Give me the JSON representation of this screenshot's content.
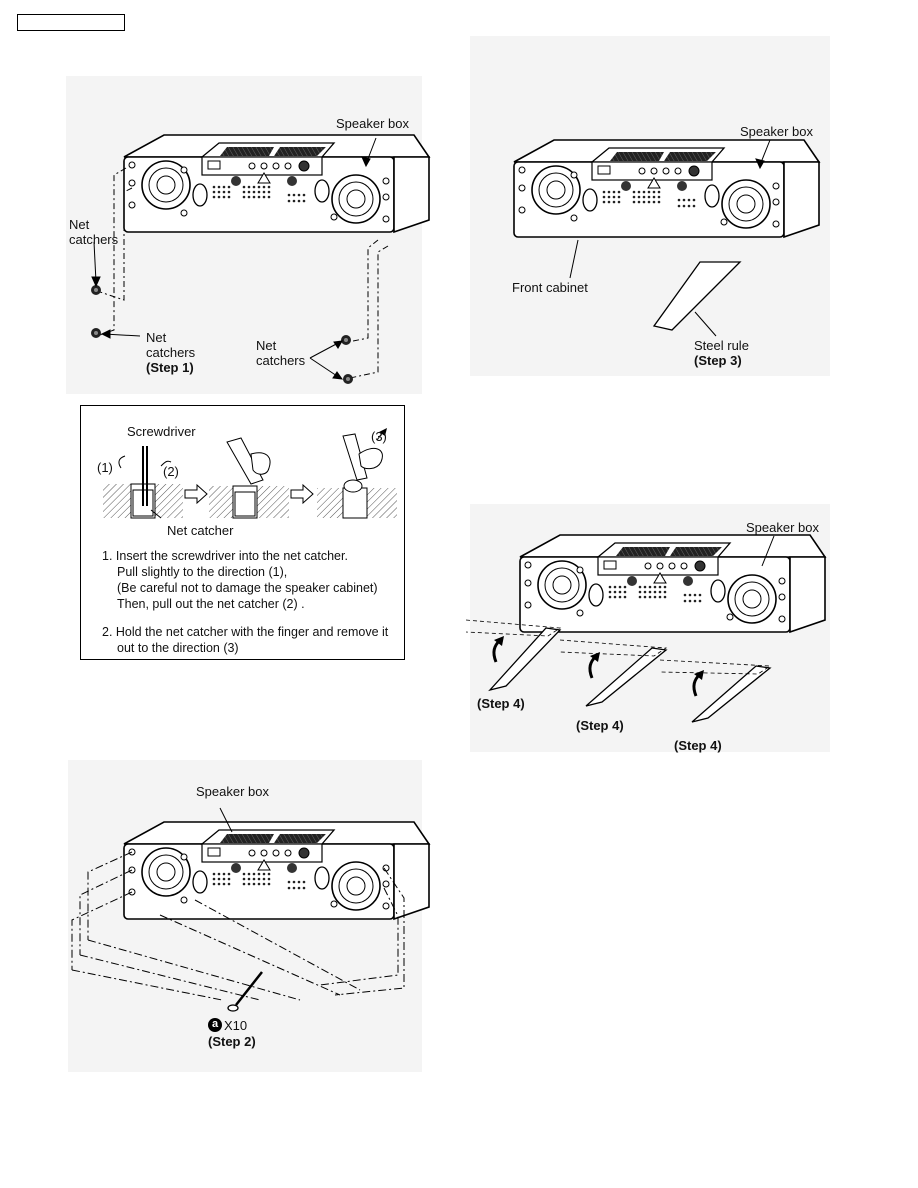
{
  "header": {
    "doc_box_text": ""
  },
  "fig1": {
    "speaker_box": "Speaker box",
    "net_catchers_a": "Net\ncatchers",
    "net_catchers_b_line1": "Net",
    "net_catchers_b_line2": "catchers",
    "net_catchers_c_line1": "Net",
    "net_catchers_c_line2": "catchers",
    "step": "(Step 1)"
  },
  "instructions": {
    "screwdriver": "Screwdriver",
    "dir1": "(1)",
    "dir2": "(2)",
    "dir3": "(3)",
    "net_catcher": "Net catcher",
    "lines": [
      "1. Insert the screwdriver into the net catcher.",
      "Pull slightly to the direction (1),",
      "(Be careful not to damage the speaker cabinet)",
      "Then, pull out the net catcher (2) .",
      "2. Hold the net catcher with the finger and remove it",
      "out to the direction (3)"
    ]
  },
  "fig2": {
    "speaker_box": "Speaker box",
    "screw_badge": "a",
    "screw_count": "X10",
    "step": "(Step 2)"
  },
  "fig3": {
    "speaker_box": "Speaker box",
    "front_cabinet": "Front cabinet",
    "steel_rule": "Steel rule",
    "step": "(Step 3)"
  },
  "fig4": {
    "speaker_box": "Speaker box",
    "step_a": "(Step 4)",
    "step_b": "(Step 4)",
    "step_c": "(Step 4)"
  }
}
